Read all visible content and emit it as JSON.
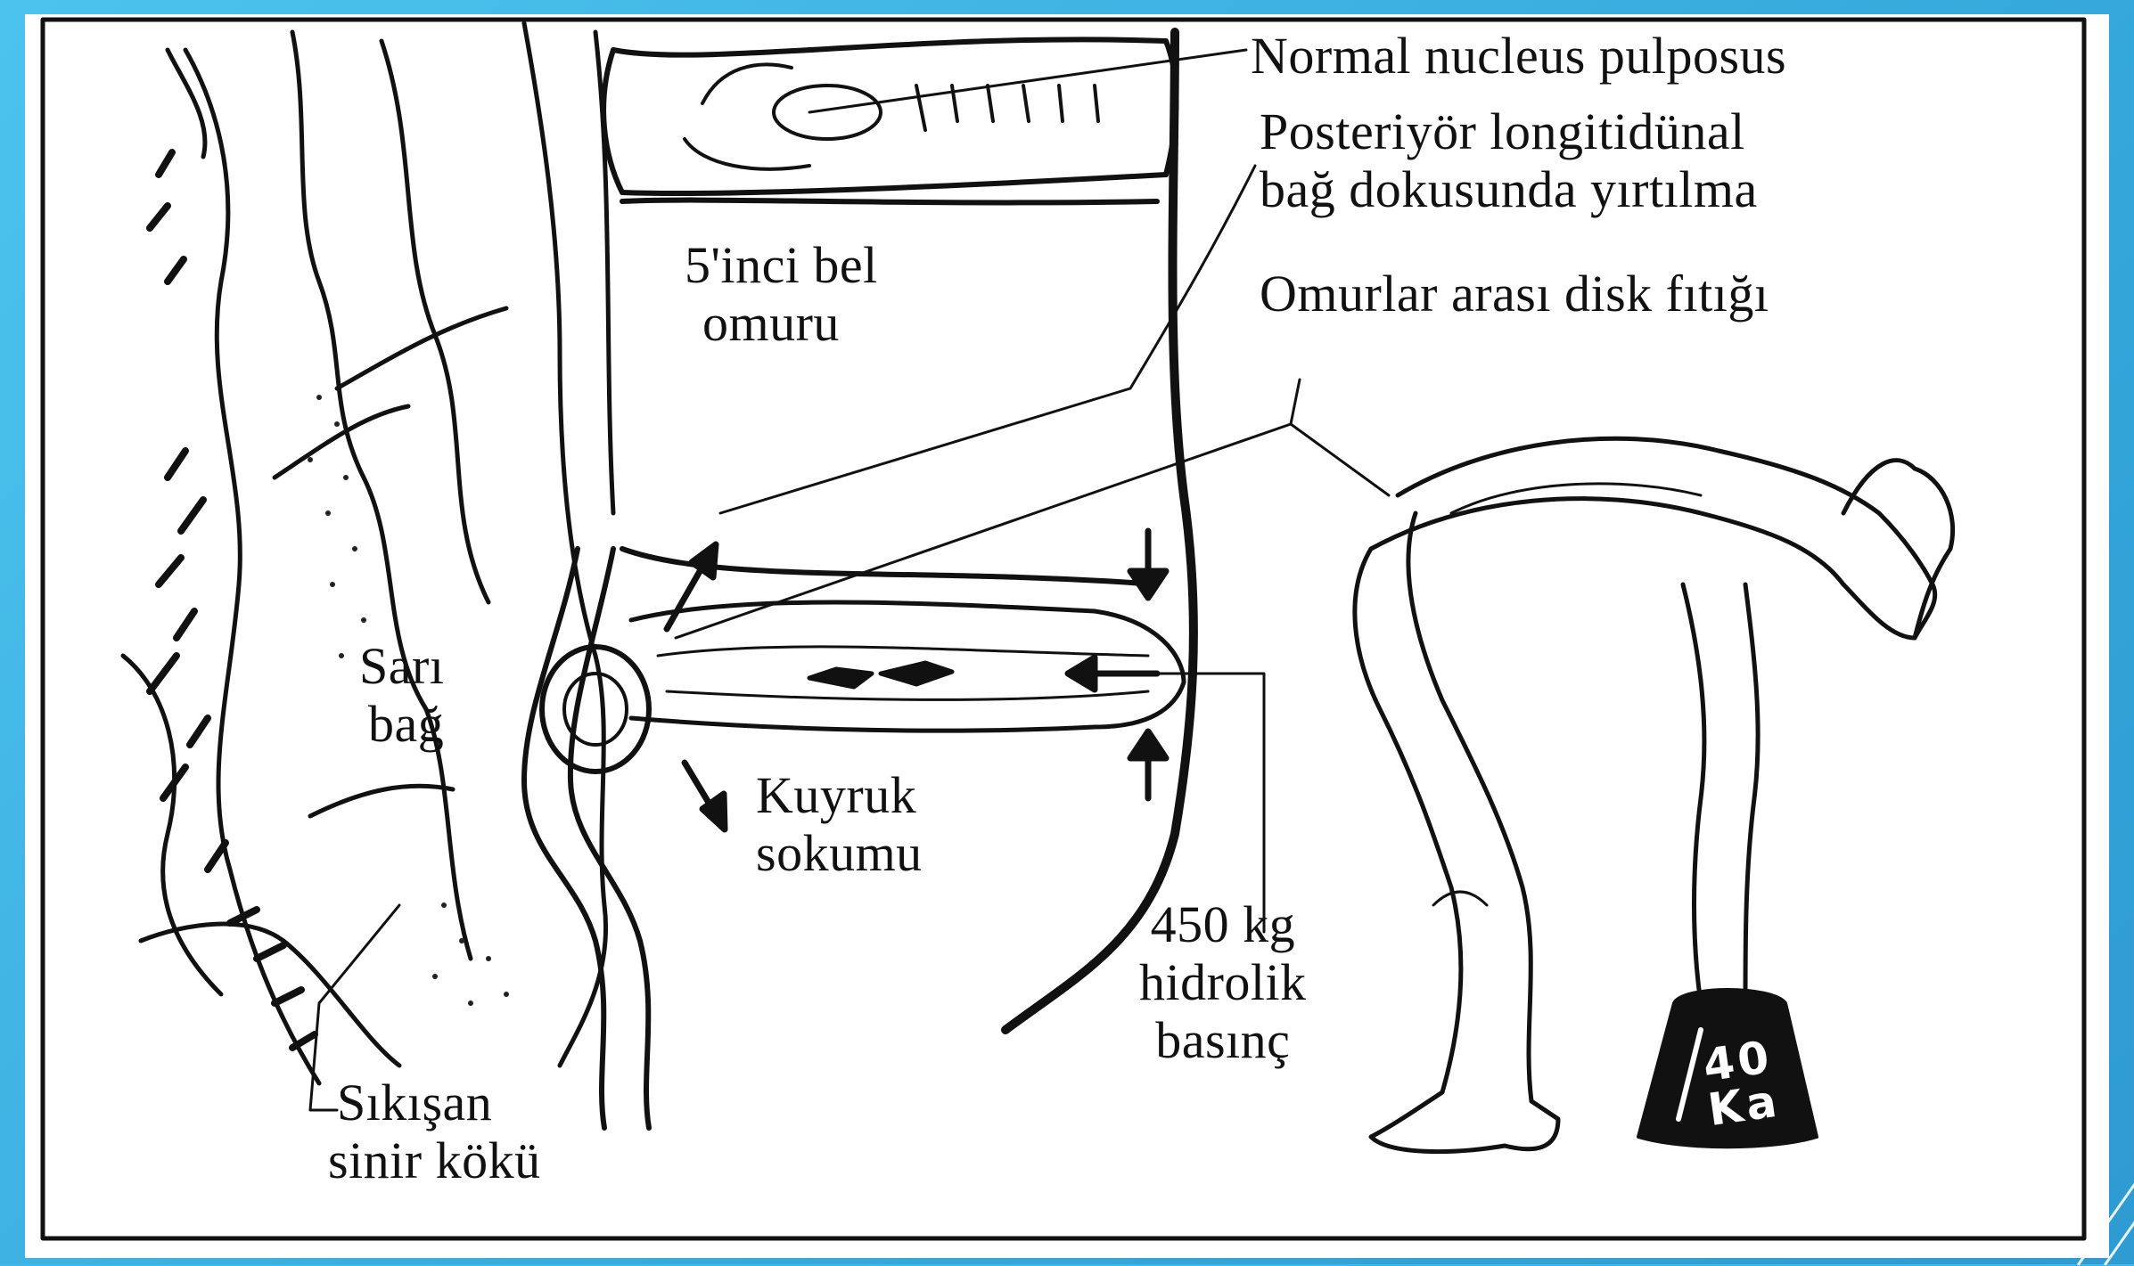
{
  "labels": {
    "normal_nucleus": "Normal nucleus pulposus",
    "tear_line1": "Posteriyör longitidünal",
    "tear_line2": "bağ dokusunda yırtılma",
    "herniation": "Omurlar arası disk fıtığı",
    "vertebra_line1": "5'inci bel",
    "vertebra_line2": "omuru",
    "ligament_line1": "Sarı",
    "ligament_line2": "bağ",
    "sacrum_line1": "Kuyruk",
    "sacrum_line2": "sokumu",
    "pressure_line1": "450 kg",
    "pressure_line2": "hidrolik",
    "pressure_line3": "basınç",
    "nerve_line1": "Sıkışan",
    "nerve_line2": "sinir kökü"
  },
  "weight": {
    "line1": "40",
    "line2": "Ka"
  },
  "colors": {
    "background": "#3fb6e3",
    "panel": "#ffffff",
    "ink": "#111111"
  }
}
